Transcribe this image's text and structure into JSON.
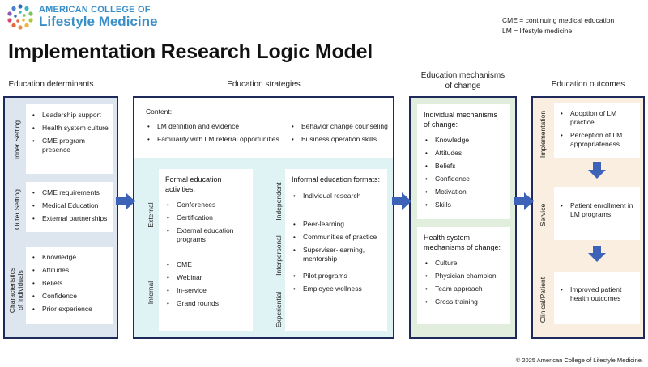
{
  "brand": {
    "line1": "AMERICAN COLLEGE OF",
    "line2": "Lifestyle Medicine",
    "colors": {
      "brand": "#3a8fc8",
      "mark_ring": [
        "#2f6db3",
        "#3cb3c9",
        "#7cc35a",
        "#f2b233",
        "#e8643c"
      ]
    },
    "icon": "logo-dots-ring"
  },
  "legend": {
    "cme": "CME = continuing medical education",
    "lm": "LM = lifestyle medicine"
  },
  "title": "Implementation Research Logic Model",
  "columns": {
    "determinants": {
      "heading": "Education determinants",
      "groups": [
        {
          "label": "Inner Setting",
          "items": [
            "Leadership support",
            "Health system culture",
            "CME program presence"
          ]
        },
        {
          "label": "Outer Setting",
          "items": [
            "CME requirements",
            "Medical Education",
            "External partnerships"
          ]
        },
        {
          "label_line1": "Characteristics",
          "label_line2": "of Individuals",
          "items": [
            "Knowledge",
            "Attitudes",
            "Beliefs",
            "Confidence",
            "Prior experience"
          ]
        }
      ]
    },
    "strategies": {
      "heading": "Education strategies",
      "content_label": "Content:",
      "content_left": [
        "LM definition and evidence",
        "Familiarity with LM referral opportunities"
      ],
      "content_right": [
        "Behavior change counseling",
        "Business operation skills"
      ],
      "formal": {
        "title": "Formal education activities:",
        "external_label": "External",
        "external_items": [
          "Conferences",
          "Certification",
          "External education programs"
        ],
        "internal_label": "Internal",
        "internal_items": [
          "CME",
          "Webinar",
          "In-service",
          "Grand rounds"
        ]
      },
      "informal": {
        "title": "Informal education formats:",
        "independent_label": "Independent",
        "independent_items": [
          "Individual research"
        ],
        "interpersonal_label": "Interpersonal",
        "interpersonal_items": [
          "Peer-learning",
          "Communities of practice",
          "Superviser-learning, mentorship"
        ],
        "experiential_label": "Experiential",
        "experiential_items": [
          "Pilot programs",
          "Employee wellness"
        ]
      }
    },
    "mechanisms": {
      "heading_line1": "Education mechanisms",
      "heading_line2": "of change",
      "individual_title": "Individual mechanisms of change:",
      "individual_items": [
        "Knowledge",
        "Attitudes",
        "Beliefs",
        "Confidence",
        "Motivation",
        "Skills"
      ],
      "health_title": "Health system mechanisms of change:",
      "health_items": [
        "Culture",
        "Physician champion",
        "Team approach",
        "Cross-training"
      ]
    },
    "outcomes": {
      "heading": "Education outcomes",
      "groups": [
        {
          "label": "Implementation",
          "items": [
            "Adoption of LM practice",
            "Perception of LM appropriateness"
          ]
        },
        {
          "label": "Service",
          "items": [
            "Patient enrollment in LM programs"
          ]
        },
        {
          "label": "Clinical/Patient",
          "items": [
            "Improved patient health outcomes"
          ]
        }
      ]
    }
  },
  "colors": {
    "border": "#1e2a5a",
    "arrow": "#3d63b8",
    "determinants_bg": "#dde6ef",
    "strategies_bg": "#dff3f5",
    "mechanisms_bg": "#e2eedd",
    "outcomes_bg": "#faeee0"
  },
  "copyright": "© 2025 American College of Lifestyle Medicine."
}
